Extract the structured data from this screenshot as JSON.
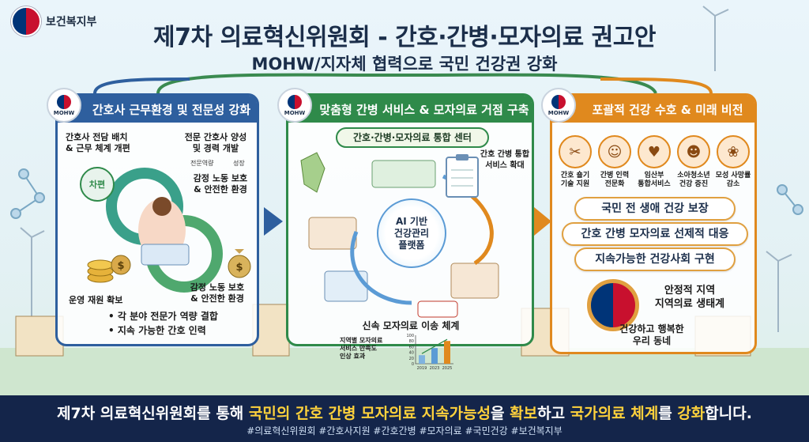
{
  "header": {
    "org": "보건복지부",
    "title": "제7차 의료혁신위원회 - 간호·간병·모자의료 권고안",
    "subtitle": "MOHW/지자체 협력으로 국민 건강권 강화"
  },
  "badge_label": "MOHW",
  "panel1": {
    "title": "간호사 근무환경 및 전문성 강화",
    "item1": "간호사 전담 배치\n& 근무 체계 개편",
    "item2": "전문 간호사 양성\n및 경력 개발",
    "item2_sub_a": "전문역량",
    "item2_sub_b": "성장",
    "item3": "감정 노동 보호\n& 안전한 환경",
    "cycle_label": "차편",
    "item4": "운영 재원 확보",
    "item5": "감정 노동 보호\n& 안전한 환경",
    "bullets": [
      "• 각 분야 전문가 역량 결합",
      "• 지속 가능한 간호 인력"
    ]
  },
  "panel2": {
    "title": "맞춤형 간병 서비스 & 모자의료 거점 구축",
    "center_label": "간호·간병·모자의료 통합 센터",
    "item1": "간호 간병 통합\n서비스 확대",
    "ai_label": "AI 기반\n건강관리\n플랫폼",
    "bottom_label": "신속 모자의료 이송 체계",
    "chart_note": "지역별 모자의료\n서비스 만족도\n인상 효과"
  },
  "panel3": {
    "title": "포괄적 건강 수호 & 미래 비전",
    "icons": [
      {
        "label": "간호 숄기\n기술 지원",
        "icon": "scissors-icon",
        "glyph": "✂"
      },
      {
        "label": "간병 인력\n전문화",
        "icon": "child-icon",
        "glyph": "☺"
      },
      {
        "label": "임산부\n통합서비스",
        "icon": "pregnant-icon",
        "glyph": "♥"
      },
      {
        "label": "소아청소년\n건강 증진",
        "icon": "family-icon",
        "glyph": "☻"
      },
      {
        "label": "모성 사망률\n감소",
        "icon": "mother-icon",
        "glyph": "❀"
      }
    ],
    "pills": [
      "국민 전 생애 건강 보장",
      "간호 간병 모자의료 선제적 대응",
      "지속가능한 건강사회 구현"
    ],
    "seal_text": "안정적 지역\n지역의료 생태계",
    "closing": "건강하고 행복한\n우리 동네"
  },
  "footer": {
    "main_pre": "제7차 의료혁신위원회를 통해 ",
    "main_hl1": "국민의 간호 간병 모자의료 지속가능성",
    "main_mid": "을 ",
    "main_hl2": "확보",
    "main_mid2": "하고 ",
    "main_hl3": "국가의료 체계",
    "main_mid3": "를 ",
    "main_hl4": "강화",
    "main_post": "합니다.",
    "tags": "#의료혁신위원회 #간호사지원 #간호간병 #모자의료 #국민건강 #보건복지부"
  },
  "chart_data": {
    "type": "bar",
    "categories": [
      "2019",
      "2023",
      "2025"
    ],
    "values": [
      30,
      55,
      80
    ],
    "ylim": [
      0,
      100
    ],
    "yticks": [
      0,
      20,
      40,
      60,
      80,
      100
    ]
  },
  "colors": {
    "blue": "#2e5f9e",
    "green": "#2f8a4a",
    "orange": "#e0891e",
    "navy": "#14254a",
    "highlight": "#ffd23c"
  }
}
